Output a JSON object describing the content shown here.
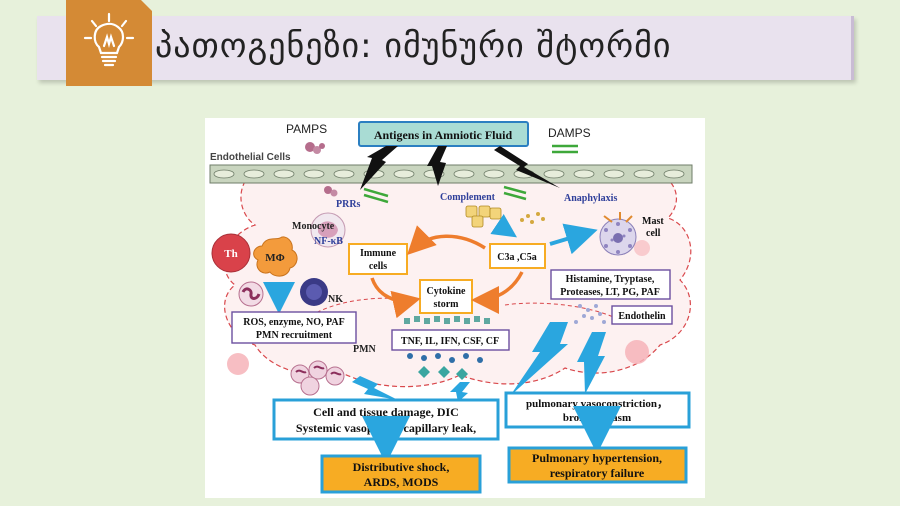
{
  "slide": {
    "title": "პათოგენეზი: იმუნური შტორმი",
    "icon": "lightbulb-icon",
    "colors": {
      "background": "#e7f1db",
      "title_bar": "#e9e2ee",
      "icon_tab": "#d48a35",
      "box_border": "#29a0d8",
      "orange_box": "#f7ac23"
    }
  },
  "diagram": {
    "pamps": "PAMPS",
    "damps": "DAMPS",
    "antigens": "Antigens in Amniotic Fluid",
    "endothelial_cells": "Endothelial Cells",
    "prrs": "PRRs",
    "complement": "Complement",
    "anaphylaxis": "Anaphylaxis",
    "monocyte": "Monocyte",
    "nfkb": "NF-κB",
    "mast_cell_line1": "Mast",
    "mast_cell_line2": "cell",
    "th": "Th",
    "mphi": "MΦ",
    "nk": "NK",
    "pmn": "PMN",
    "immune_cells_line1": "Immune",
    "immune_cells_line2": "cells",
    "c3a_c5a": "C3a ,C5a",
    "cytokine_storm_line1": "Cytokine",
    "cytokine_storm_line2": "storm",
    "ros_line1": "ROS, enzyme, NO, PAF",
    "ros_line2": "PMN recruitment",
    "histamine_line1": "Histamine, Tryptase,",
    "histamine_line2": "Proteases, LT, PG, PAF",
    "endothelin": "Endothelin",
    "cytokines": "TNF, IL, IFN, CSF, CF",
    "damage_line1": "Cell and tissue damage, DIC",
    "damage_line2": "Systemic vasoplegia, capillary leak,",
    "pulmonary_line1": "pulmonary vasoconstriction，",
    "pulmonary_line2": "bronchospasm",
    "shock_line1": "Distributive shock,",
    "shock_line2": "ARDS,  MODS",
    "hypertension_line1": "Pulmonary hypertension,",
    "hypertension_line2": "respiratory failure"
  }
}
